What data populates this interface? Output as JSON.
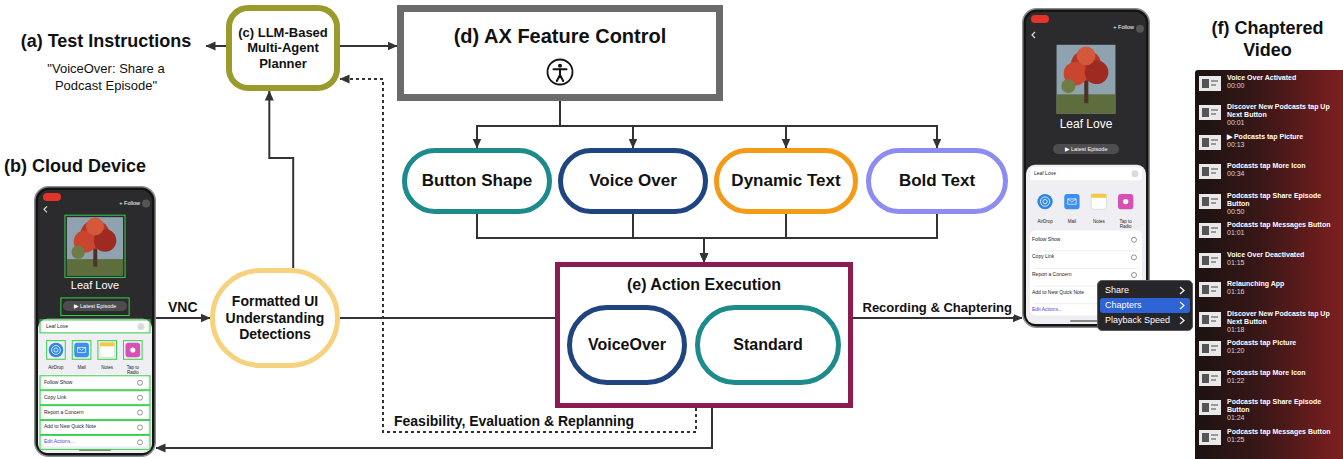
{
  "diagram": {
    "nodes": [
      {
        "text": [
          "(a) Test Instructions",
          "\"VoiceOver: Share a Podcast Episode\""
        ]
      },
      {
        "text": [
          "(b) Cloud Device",
          "+ Follow",
          "Leaf Love",
          "▶ Latest Episode",
          "Leaf Love",
          "AirDrop",
          "Mail",
          "Notes",
          "Tap to Radio",
          "Follow Show",
          "Copy Link",
          "Report a Concern",
          "Add to New Quick Note",
          "Edit Actions..."
        ]
      },
      {
        "text": [
          "(c) LLM-Based Multi-Agent Planner"
        ]
      },
      {
        "text": [
          "Formatted UI Understanding Detections"
        ]
      },
      {
        "text": [
          "(d) AX Feature Control"
        ]
      },
      {
        "text": [
          "Button Shape"
        ]
      },
      {
        "text": [
          "Voice Over"
        ]
      },
      {
        "text": [
          "Dynamic Text"
        ]
      },
      {
        "text": [
          "Bold Text"
        ]
      },
      {
        "text": [
          "(e) Action Execution"
        ]
      },
      {
        "text": [
          "VoiceOver"
        ],
        "in": 9
      },
      {
        "text": [
          "Standard"
        ],
        "in": 9
      },
      {
        "text": [
          "+ Follow",
          "Leaf Love",
          "▶ Latest Episode",
          "Leaf Love",
          "AirDrop",
          "Mail",
          "Notes",
          "Tap to Radio",
          "Follow Show",
          "Copy Link",
          "Report a Concern",
          "Add to New Quick Note",
          "Edit Actions...",
          "Share",
          "Chapters",
          "Playback Speed"
        ]
      },
      {
        "text": [
          "(f) Chaptered Video",
          "Voice Over Activated",
          "00:00",
          "Discover New Podcasts tap Up Next Button",
          "00:01",
          "▶ Podcasts tap Picture",
          "00:13",
          "Podcasts tap More Icon",
          "00:34",
          "Podcasts tap Share Episode Button",
          "00:50",
          "Podcasts tap Messages Button",
          "01:01",
          "Voice Over Deactivated",
          "01:15",
          "Relaunching App",
          "01:16",
          "Discover New Podcasts tap Up Next Button",
          "01:18",
          "Podcasts tap Picture",
          "01:20",
          "Podcasts tap More Icon",
          "01:22",
          "Podcasts tap Share Episode Button",
          "01:24",
          "Podcasts tap Messages Button",
          "01:25"
        ]
      }
    ],
    "edges": [
      {
        "from": 3,
        "to": 2,
        "arrow": "to"
      },
      {
        "from": 2,
        "to": 0,
        "arrow": "to"
      },
      {
        "from": 2,
        "to": 4,
        "arrow": "to"
      },
      {
        "from": 1,
        "to": 3,
        "arrow": "to",
        "label": "VNC"
      },
      {
        "from": 4,
        "to": 5,
        "arrow": "to"
      },
      {
        "from": 4,
        "to": 6,
        "arrow": "to"
      },
      {
        "from": 4,
        "to": 7,
        "arrow": "to"
      },
      {
        "from": 4,
        "to": 8,
        "arrow": "to"
      },
      {
        "from": 5,
        "to": 9,
        "arrow": "to"
      },
      {
        "from": 6,
        "to": 9,
        "arrow": "to"
      },
      {
        "from": 7,
        "to": 9,
        "arrow": "to"
      },
      {
        "from": 8,
        "to": 9,
        "arrow": "to"
      },
      {
        "from": 3,
        "to": 9,
        "arrow": "none"
      },
      {
        "from": 9,
        "to": 12,
        "arrow": "to",
        "label": "Recording & Chaptering"
      },
      {
        "from": 9,
        "to": 2,
        "arrow": "to",
        "label": "Feasibility, Evaluation & Replanning"
      },
      {
        "from": 9,
        "to": 1,
        "arrow": "to"
      }
    ]
  }
}
